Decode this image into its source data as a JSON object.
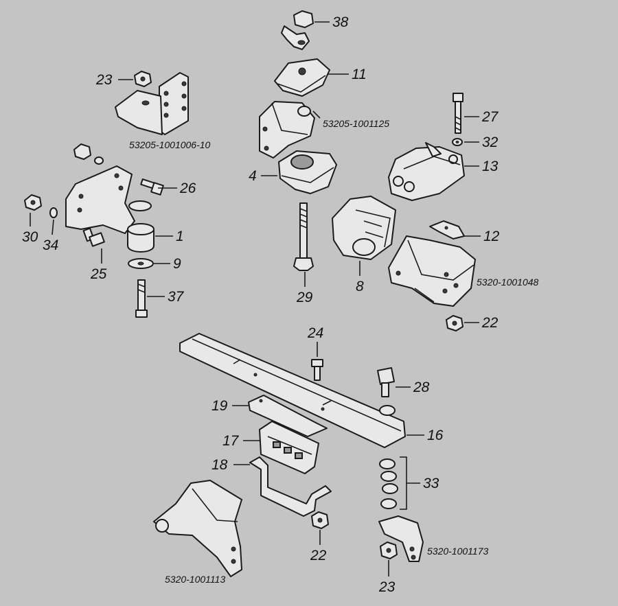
{
  "diagram": {
    "title": "Engine mounting parts (exploded view)",
    "callouts": {
      "c38": "38",
      "c11": "11",
      "c27": "27",
      "c32": "32",
      "c13": "13",
      "c23a": "23",
      "c26": "26",
      "c4": "4",
      "c30": "30",
      "c34": "34",
      "c1": "1",
      "c25": "25",
      "c9": "9",
      "c37": "37",
      "c29": "29",
      "c8": "8",
      "c12": "12",
      "c22a": "22",
      "c24": "24",
      "c28": "28",
      "c19": "19",
      "c16": "16",
      "c17": "17",
      "c18": "18",
      "c33": "33",
      "c22b": "22",
      "c23b": "23"
    },
    "codes": {
      "k1": "53205-1001125",
      "k2": "53205-1001006-10",
      "k3": "5320-1001048",
      "k4": "5320-1001113",
      "k5": "5320-1001173"
    }
  }
}
